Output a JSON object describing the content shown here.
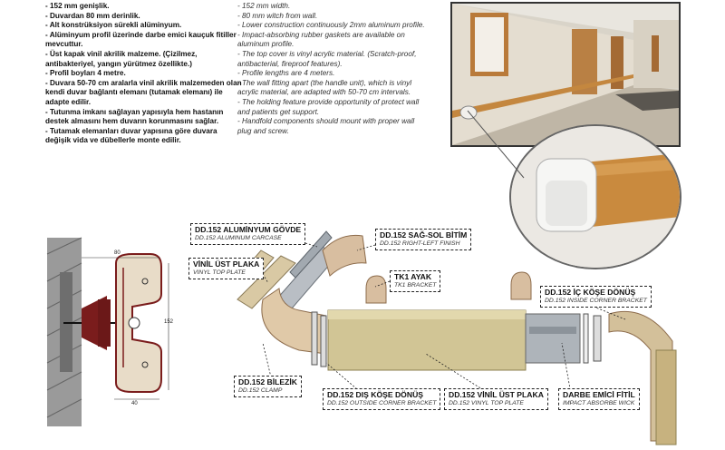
{
  "specs_tr": [
    "- 152 mm genişlik.",
    "- Duvardan 80 mm derinlik.",
    "- Alt konstrüksiyon sürekli alüminyum.",
    "- Alüminyum profil üzerinde darbe emici kauçuk fitiller mevcuttur.",
    "- Üst kapak vinil akrilik malzeme. (Çizilmez, antibakteriyel, yangın yürütmez özellikte.)",
    "- Profil boyları 4 metre.",
    "- Duvara 50-70 cm aralarla vinil akrilik malzemeden olan kendi duvar bağlantı elemanı (tutamak elemanı) ile adapte edilir.",
    "- Tutunma imkanı sağlayan yapısıyla hem hastanın destek almasını hem duvarın korunmasını sağlar.",
    "- Tutamak elemanları duvar yapısına göre duvara değişik vida ve dübellerle monte edilir."
  ],
  "specs_en": [
    "- 152 mm width.",
    "- 80 mm witch from wall.",
    "- Lower construction continuously 2mm aluminum profile.",
    "- Impact-absorbing rubber gaskets are available on aluminum profile.",
    "- The top cover is vinyl acrylic material. (Scratch-proof, antibacterial, fireproof features).",
    "- Profile lengths are 4 meters.",
    "- The wall fitting apart (the handle unit), which is vinyl acrylic material, are adapted with 50-70 cm intervals.",
    "- The holding feature provide opportunity of protect wall and patients get support.",
    "- Handfold components should mount with proper wall plug and screw."
  ],
  "dimensions": {
    "top": "80",
    "side": "152",
    "bottom": "40"
  },
  "labels": {
    "aluminum_carcase": {
      "tr": "DD.152 ALUMİNYUM GÖVDE",
      "en": "DD.152 ALUMINUM CARCASE"
    },
    "right_left_finish": {
      "tr": "DD.152 SAĞ-SOL BİTİM",
      "en": "DD.152 RIGHT-LEFT FINISH"
    },
    "vinyl_top_plate_left": {
      "tr": "VİNİL ÜST PLAKA",
      "en": "VINYL TOP PLATE"
    },
    "tk1_bracket": {
      "tr": "TK1 AYAK",
      "en": "TK1 BRACKET"
    },
    "inside_corner": {
      "tr": "DD.152 İÇ KÖŞE DÖNÜŞ",
      "en": "DD.152 INSIDE CORNER BRACKET"
    },
    "clamp": {
      "tr": "DD.152 BİLEZİK",
      "en": "DD.152 CLAMP"
    },
    "outside_corner": {
      "tr": "DD.152 DIŞ KÖŞE DÖNÜŞ",
      "en": "DD.152 OUTSIDE CORNER BRACKET"
    },
    "vinyl_top_plate": {
      "tr": "DD.152 VİNİL ÜST PLAKA",
      "en": "DD.152 VINYL TOP PLATE"
    },
    "impact_wick": {
      "tr": "DARBE EMİCİ FİTİL",
      "en": "IMPACT ABSORBE WICK"
    }
  },
  "colors": {
    "tan": "#d8c7a8",
    "wood": "#c98a3e",
    "aluminum": "#9aa3ab",
    "bracket": "#7a1c1c"
  }
}
